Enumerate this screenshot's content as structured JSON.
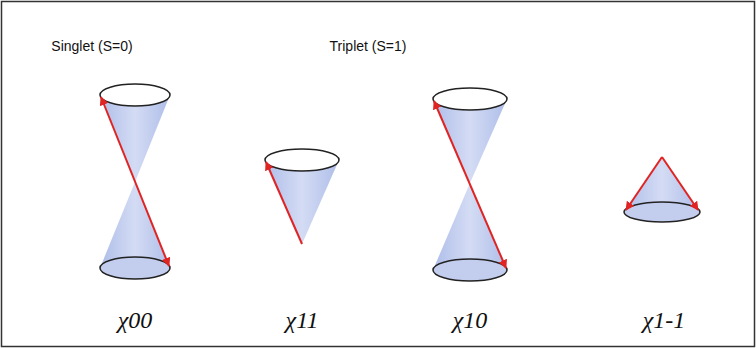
{
  "diagram": {
    "labels": [
      "Singlet (S=0)",
      "Triplet (S=1)",
      "χ00",
      "χ11",
      "χ10",
      "χ1-1"
    ]
  }
}
